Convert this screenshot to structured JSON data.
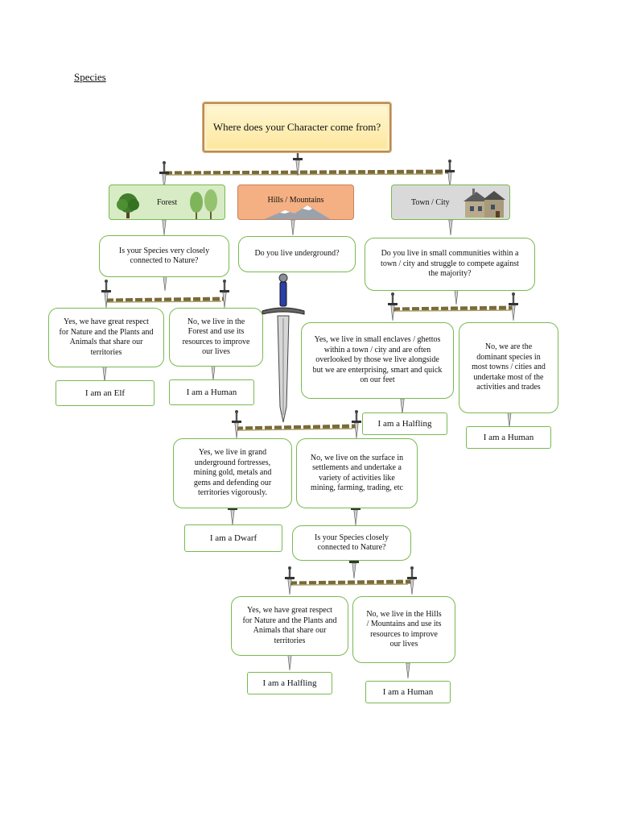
{
  "heading": "Species",
  "root_question": "Where does your Character come from?",
  "categories": {
    "forest": "Forest",
    "hills": "Hills / Mountains",
    "town": "Town / City"
  },
  "questions": {
    "forest": "Is your Species very closely connected to Nature?",
    "hills": "Do you live underground?",
    "town": "Do you live in small communities within a town / city and struggle to compete against the majority?",
    "hills_surface": "Is your Species closely connected to Nature?"
  },
  "answers": {
    "forest_yes": "Yes, we have great respect for Nature and the Plants and Animals that share our territories",
    "forest_no": "No, we live in the Forest and use its resources to improve our lives",
    "town_yes": "Yes, we live in small enclaves / ghettos within a town / city and are often overlooked by those we live alongside but we are enterprising, smart and quick on our feet",
    "town_no": "No, we are the dominant species in most towns / cities and undertake most of the activities and trades",
    "hills_yes": "Yes, we live in grand underground fortresses, mining gold, metals and gems and defending our territories vigorously.",
    "hills_no": "No, we live on the surface in settlements and undertake a variety of activities like mining, farming, trading, etc",
    "surface_yes": "Yes, we have great respect for Nature and the Plants and Animals that share our territories",
    "surface_no": "No, we live in the Hills / Mountains and use its resources to improve our lives"
  },
  "results": {
    "elf": "I am an Elf",
    "forest_human": "I am a Human",
    "town_halfling": "I am a Halfling",
    "town_human": "I am a Human",
    "dwarf": "I am a Dwarf",
    "hills_halfling": "I am a Halfling",
    "hills_human": "I am a Human"
  },
  "colors": {
    "border_green": "#79b94f",
    "forest_fill": "#d7ebc5",
    "hills_fill": "#f4b083",
    "town_fill": "#d9d9d9",
    "branch": "#7a6a38"
  }
}
